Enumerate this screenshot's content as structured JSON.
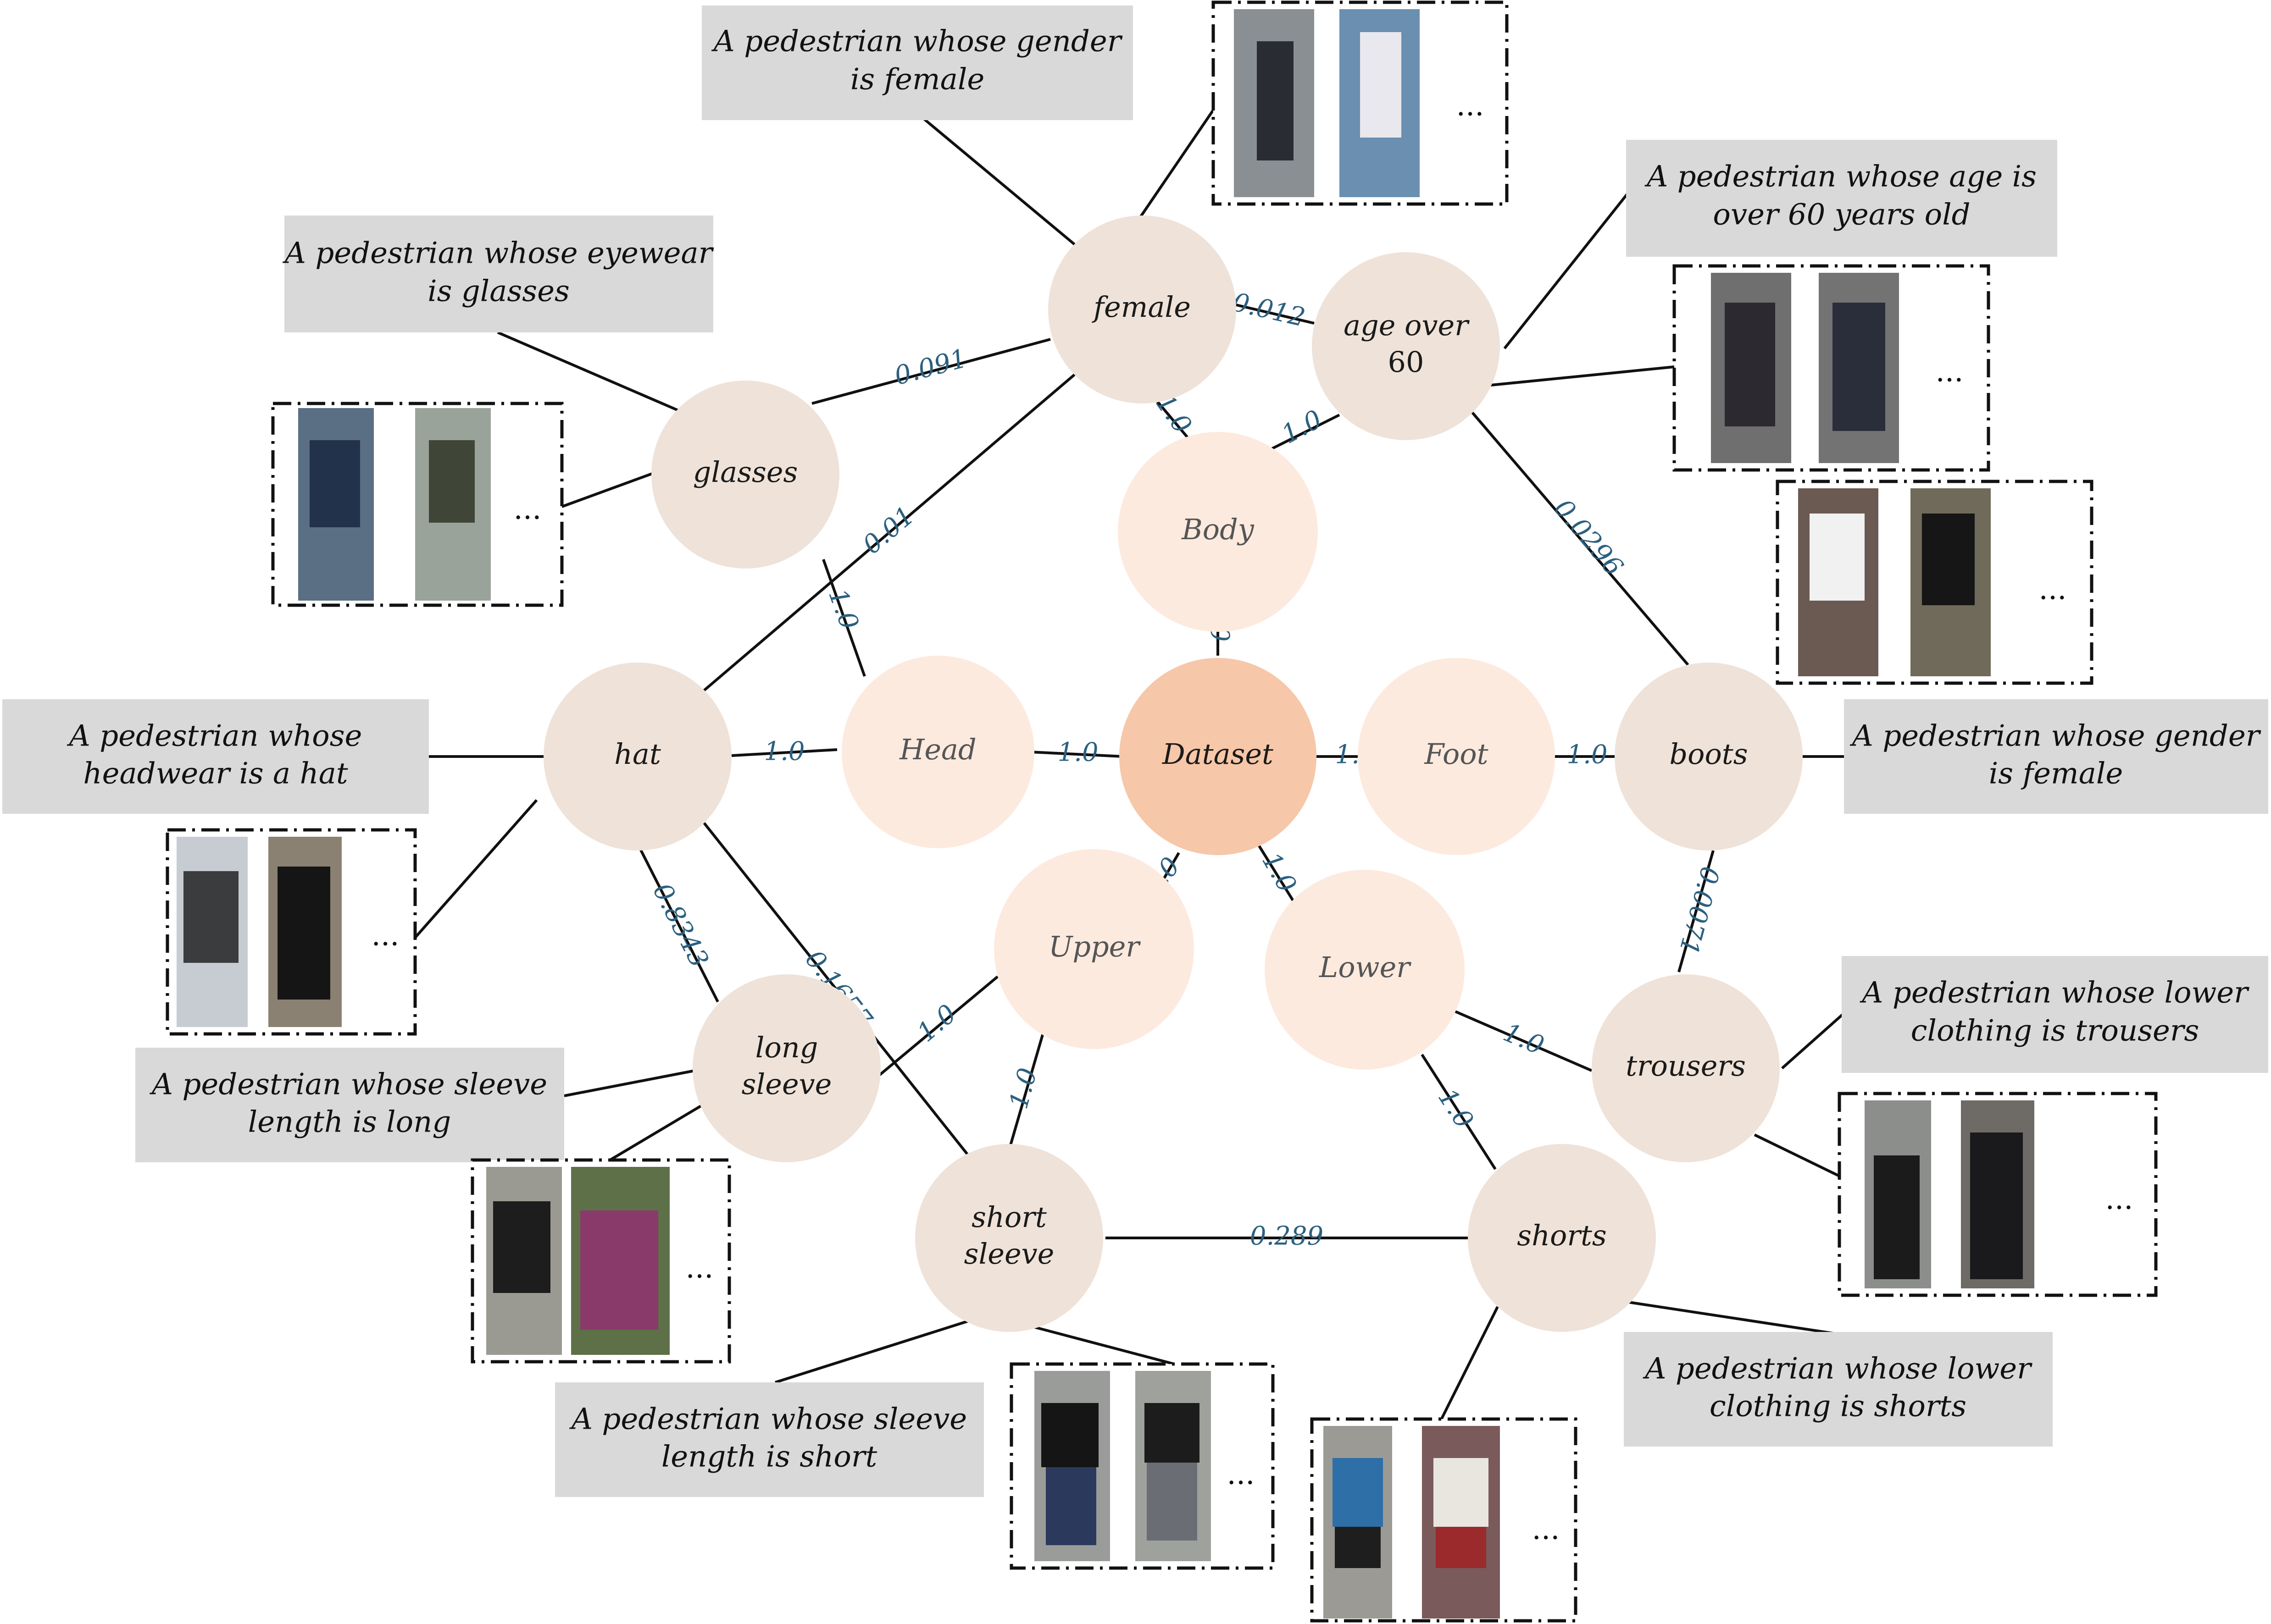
{
  "colors": {
    "root": "#f6c7a8",
    "part": "#fdeadf",
    "attribute": "#efe2d8",
    "edge_label": "#2b6080",
    "caption_box": "#d9d9d9"
  },
  "nodes": {
    "dataset": "Dataset",
    "head": "Head",
    "body": "Body",
    "foot": "Foot",
    "upper": "Upper",
    "lower": "Lower",
    "female": "female",
    "age_over_60": [
      "age over",
      "60"
    ],
    "glasses": "glasses",
    "hat": "hat",
    "boots": "boots",
    "trousers": "trousers",
    "long_sleeve": [
      "long",
      "sleeve"
    ],
    "short_sleeve": [
      "short",
      "sleeve"
    ],
    "shorts": "shorts"
  },
  "edges": {
    "dataset_head": "1.0",
    "dataset_body": "1.0",
    "dataset_foot": "1.0",
    "dataset_upper": "1.0",
    "dataset_lower": "1.0",
    "head_hat": "1.0",
    "head_glasses": "1.0",
    "body_female": "1.0",
    "body_age": "1.0",
    "foot_boots": "1.0",
    "upper_long_sleeve": "1.0",
    "upper_short_sleeve": "1.0",
    "lower_trousers": "1.0",
    "lower_shorts": "1.0",
    "female_age": "0.012",
    "glasses_female": "0.091",
    "hat_female": "0.01",
    "hat_long_sleeve": "0.8343",
    "hat_short_sleeve": "0.1657",
    "age_boots": "0.0296",
    "boots_trousers": "0.0071",
    "short_sleeve_shorts": "0.289"
  },
  "captions": {
    "female": [
      "A pedestrian whose gender",
      "is female"
    ],
    "glasses": [
      "A pedestrian whose eyewear",
      "is glasses"
    ],
    "age": [
      "A pedestrian whose age is",
      "over 60 years old"
    ],
    "hat": [
      "A pedestrian whose",
      "headwear is a hat"
    ],
    "boots": [
      "A pedestrian whose gender",
      "is female"
    ],
    "long_sleeve": [
      "A pedestrian whose sleeve",
      "length is long"
    ],
    "trousers": [
      "A pedestrian whose lower",
      "clothing is trousers"
    ],
    "short_sleeve": [
      "A pedestrian whose sleeve",
      "length is short"
    ],
    "shorts": [
      "A pedestrian whose lower",
      "clothing is shorts"
    ]
  },
  "ellipsis": "..."
}
